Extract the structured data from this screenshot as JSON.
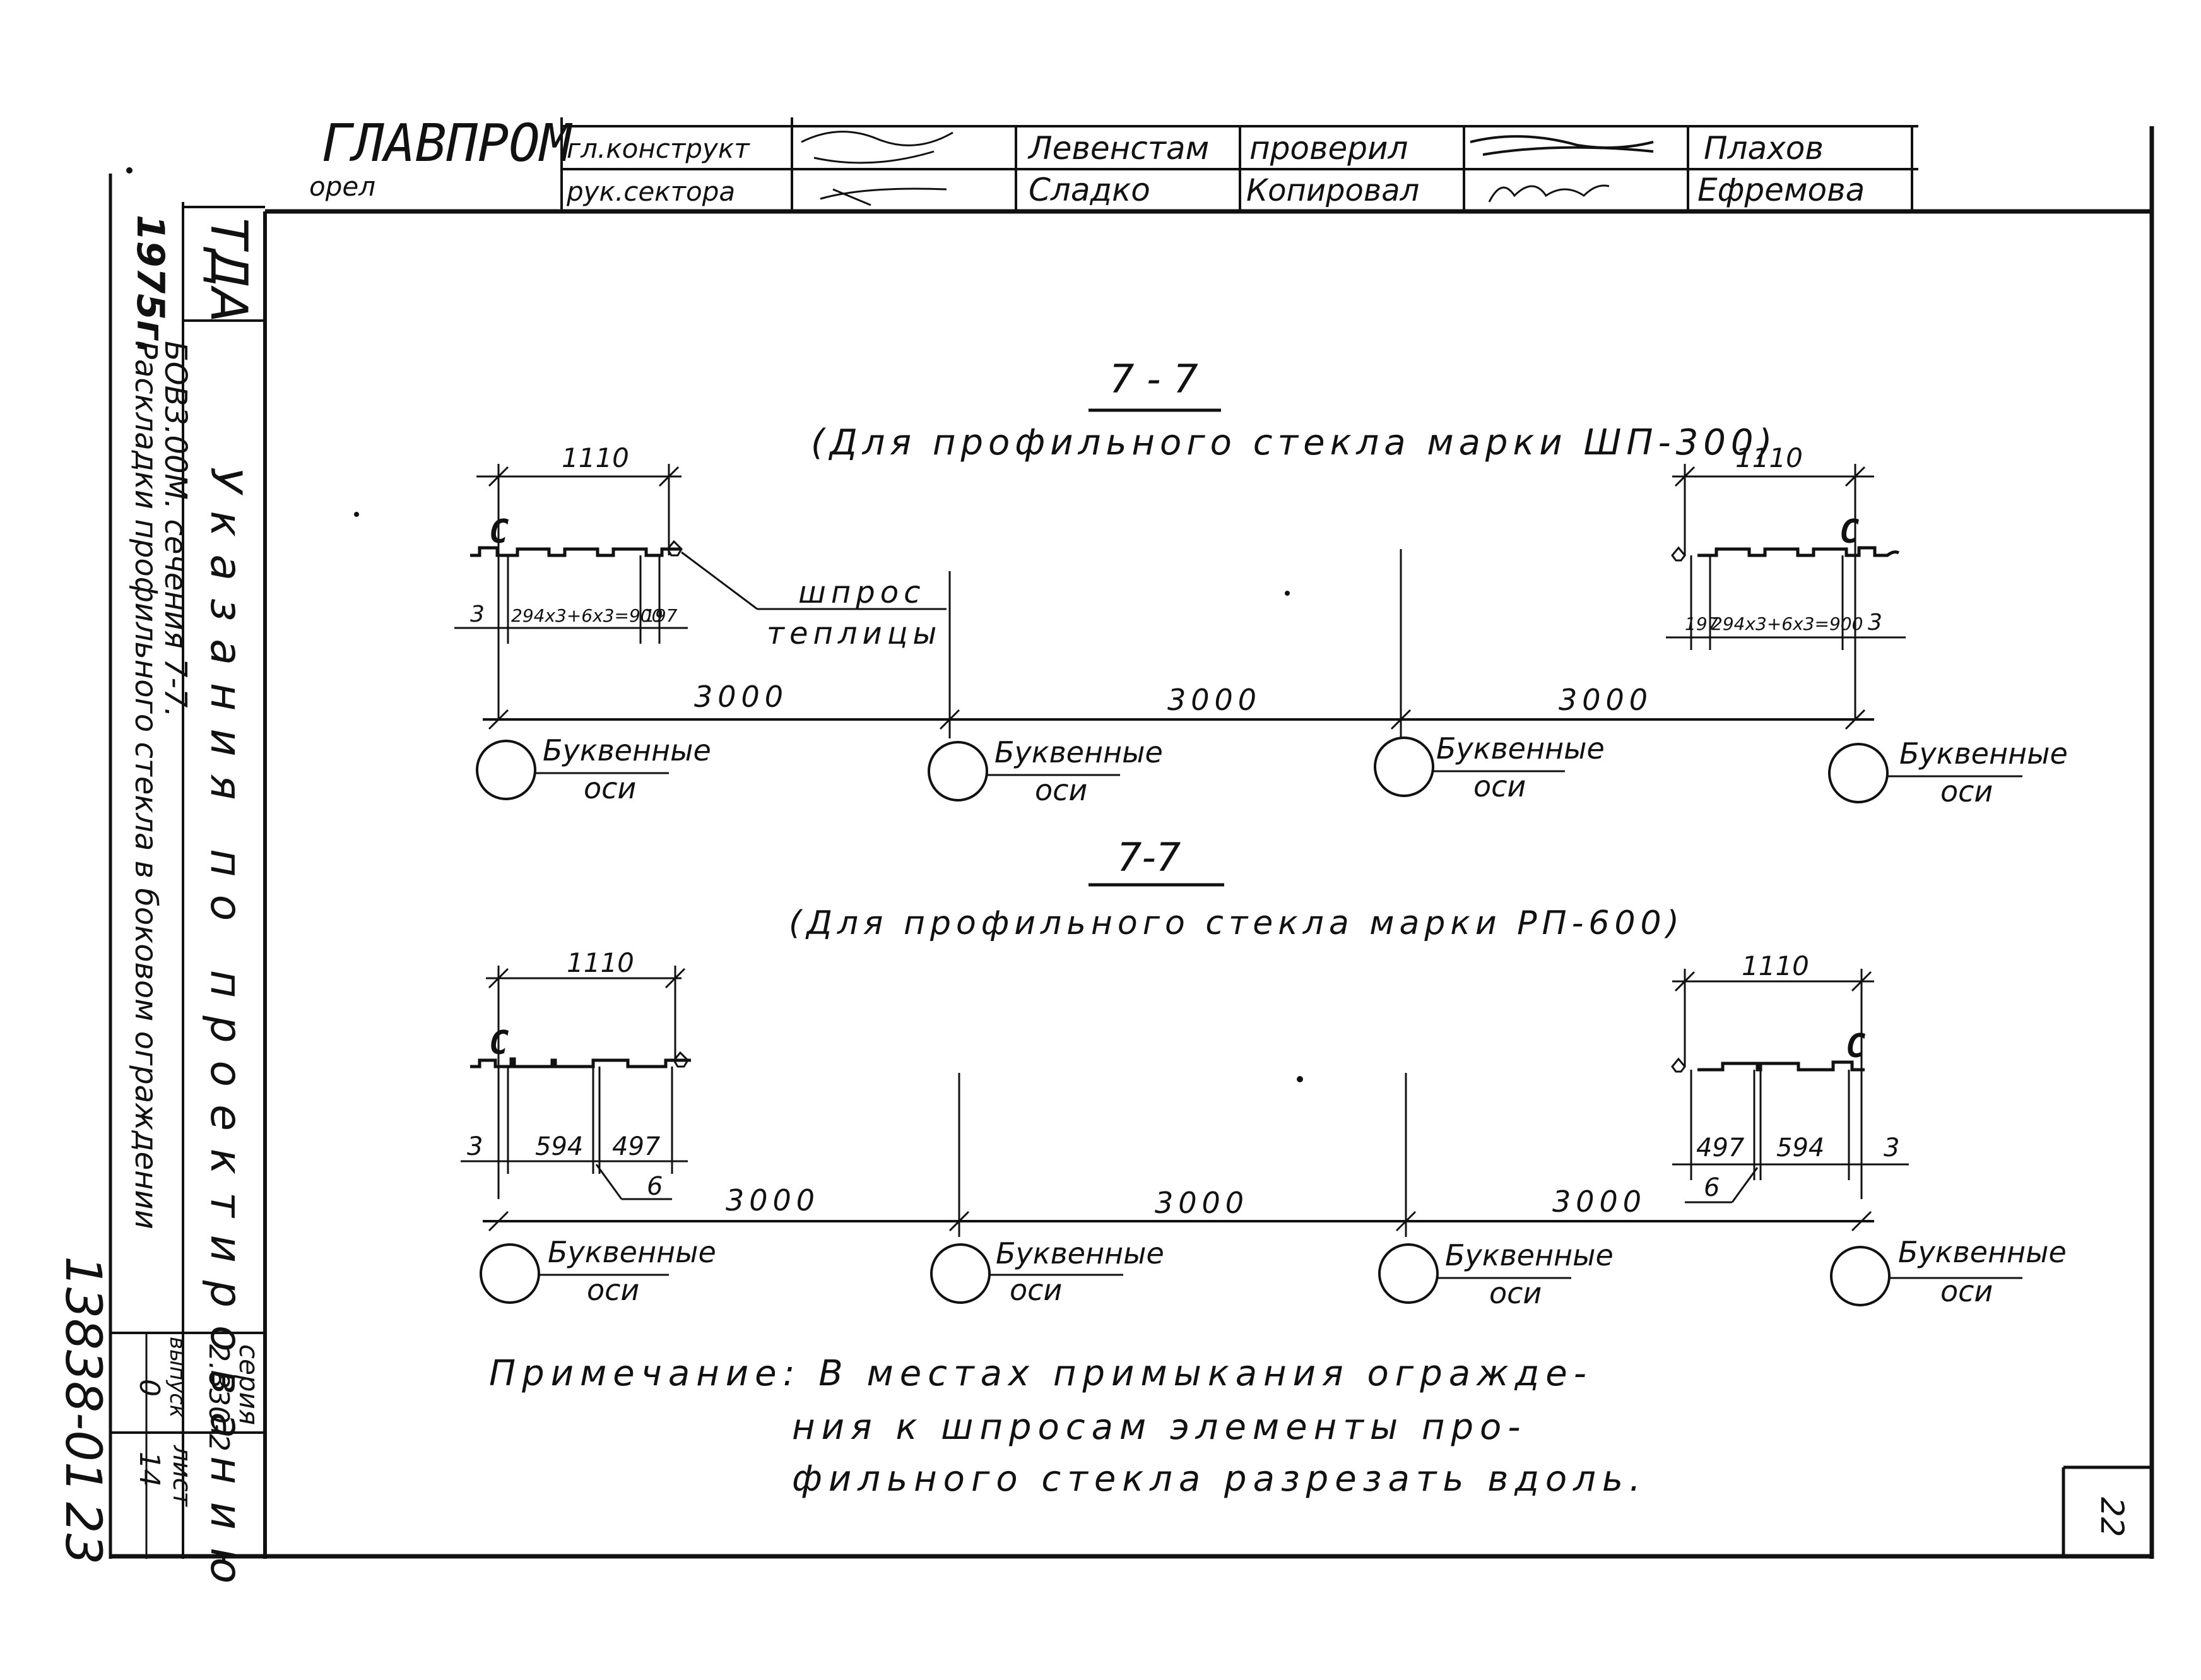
{
  "title_block": {
    "org": "ГЛАВПРОМ",
    "city_fragment": "орел",
    "rows": [
      {
        "role": "гл.конструкт",
        "name": "Левенстам",
        "role2": "проверил",
        "name2": "Плахов"
      },
      {
        "role": "рук.сектора",
        "name": "Сладко",
        "role2": "Копировал",
        "name2": "Ефремова"
      }
    ]
  },
  "left_strip": {
    "year": "1975г.",
    "code": "ТДА",
    "subject_1": "Раскладки профильного стекла в боковом ограждении",
    "subject_2": "БОВ3.00М. сечения 7-7.",
    "guide": "Указания по проектированию",
    "series_label": "серия",
    "series_value": "2.830-2",
    "issue_label": "выпуск",
    "issue_value": "0",
    "sheet_label": "лист",
    "sheet_value": "14",
    "archive_no": "13838-01",
    "archive_page": "23"
  },
  "page_number": "22",
  "section_top": {
    "mark": "7 - 7",
    "caption": "(Для профильного стекла марки ШП-300)",
    "dim_span": "1110",
    "seg_left": [
      "3",
      "294х3+6х3=900",
      "197"
    ],
    "seg_right": [
      "197",
      "294х3+6х3=900",
      "3"
    ],
    "callout_1": "шпрос",
    "callout_2": "теплицы",
    "profile_mark": "С",
    "spans": [
      "3000",
      "3000",
      "3000"
    ],
    "axis_1": "Буквенные",
    "axis_2": "оси"
  },
  "section_bottom": {
    "mark": "7-7",
    "caption": "(Для профильного стекла марки РП-600)",
    "dim_span": "1110",
    "seg_left": [
      "3",
      "594",
      "497"
    ],
    "seg_right": [
      "497",
      "594",
      "3"
    ],
    "gap": "6",
    "profile_mark": "С",
    "spans": [
      "3000",
      "3000",
      "3000"
    ],
    "axis_1": "Буквенные",
    "axis_2": "оси"
  },
  "note": {
    "line1": "Примечание: В местах примыкания огражде-",
    "line2": "ния к шпросам элементы про-",
    "line3": "фильного стекла разрезать вдоль."
  }
}
